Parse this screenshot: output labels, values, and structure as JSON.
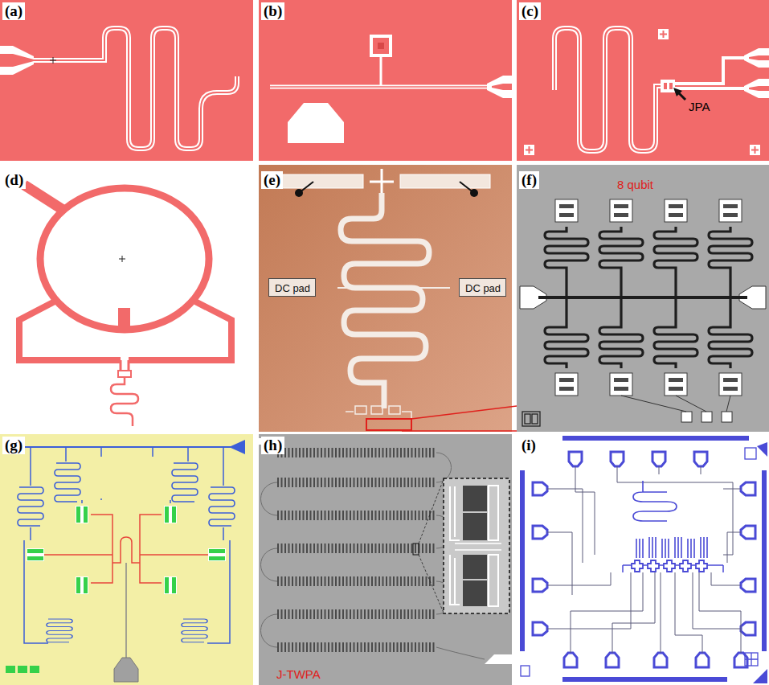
{
  "diagram": {
    "nodes": [
      {
        "text": [
          "DC pad"
        ]
      },
      {
        "text": [
          "DC pad"
        ]
      }
    ],
    "labels": [
      "(a)",
      "(b)",
      "(c)",
      "JPA",
      "(d)",
      "(e)",
      "(f)",
      "8 qubit",
      "(g)",
      "(h)",
      "J-TWPA",
      "(i)"
    ]
  }
}
